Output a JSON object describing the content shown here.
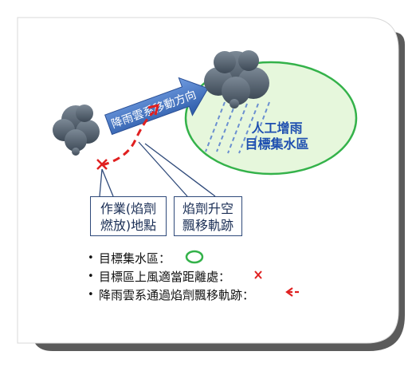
{
  "arrow_label": "降雨雲系移動方向",
  "target_area_label": [
    "人工增雨",
    "目標集水區"
  ],
  "box_operation": [
    "作業(焰劑",
    "燃放)地點"
  ],
  "box_trajectory": [
    "焰劑升空",
    "飄移軌跡"
  ],
  "legend": [
    {
      "text": "目標集水區：",
      "symbol": "green-ellipse-icon"
    },
    {
      "text": "目標區上風適當距離處：",
      "symbol": "red-x-icon"
    },
    {
      "text": "降雨雲系通過焰劑飄移軌跡：",
      "symbol": "red-dashed-arrow-icon"
    }
  ],
  "colors": {
    "target_fill": "#e6f7dc",
    "target_stroke": "#34b24a",
    "arrow_fill": "#3a6dbf",
    "cloud": "#5a6878",
    "marker_red": "#e02020",
    "rain": "#6a8fd0",
    "box_border": "#2f4a7a"
  }
}
